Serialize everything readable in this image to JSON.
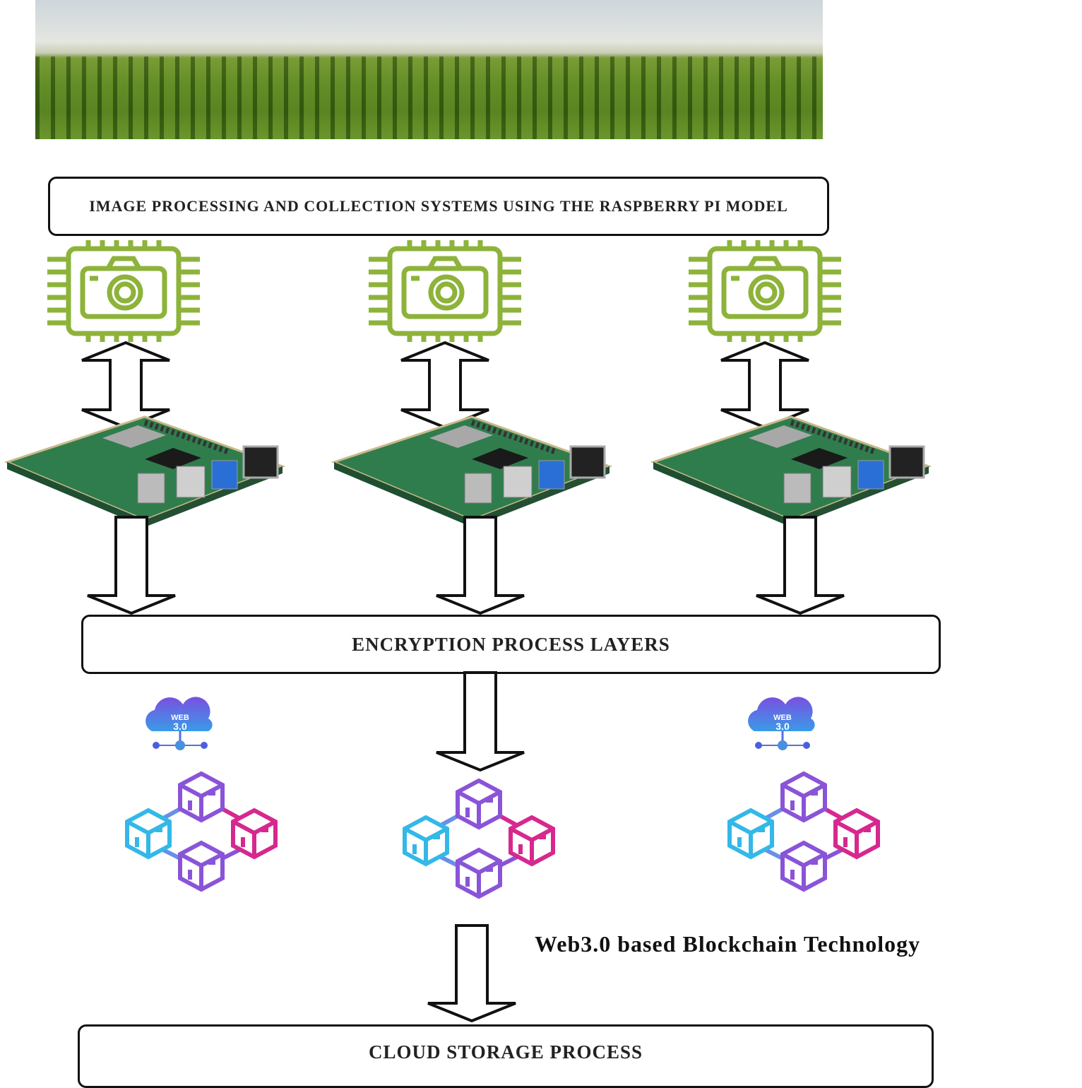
{
  "boxes": {
    "image_processing": "IMAGE PROCESSING AND COLLECTION SYSTEMS USING THE RASPBERRY PI MODEL",
    "encryption": "ENCRYPTION PROCESS LAYERS",
    "cloud_storage": "CLOUD STORAGE PROCESS"
  },
  "caption": "Web3.0 based Blockchain Technology",
  "web3_badge": {
    "line1": "WEB",
    "line2": "3.0"
  },
  "colors": {
    "chip_green": "#8db33a",
    "web3_blue": "#4a5fe0",
    "chain_cyan": "#33b8e8",
    "chain_magenta": "#d6288f",
    "chain_purple": "#8a54d8"
  }
}
